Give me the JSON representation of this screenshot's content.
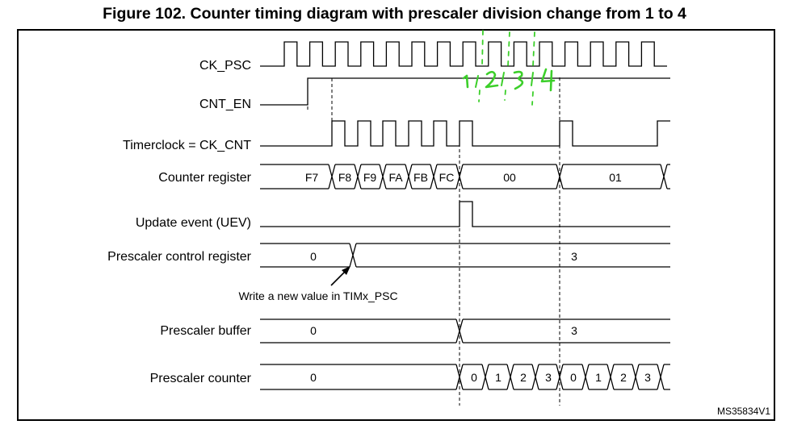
{
  "figure": {
    "title": "Figure 102. Counter timing diagram with prescaler division change from 1 to 4",
    "reference": "MS35834V1"
  },
  "signals": {
    "ck_psc": "CK_PSC",
    "cnt_en": "CNT_EN",
    "timerclock": "Timerclock = CK_CNT",
    "counter_register": "Counter register",
    "update_event": "Update event (UEV)",
    "prescaler_control": "Prescaler control register",
    "prescaler_buffer": "Prescaler buffer",
    "prescaler_counter": "Prescaler counter"
  },
  "counter_register_values": [
    "F7",
    "F8",
    "F9",
    "FA",
    "FB",
    "FC",
    "00",
    "01"
  ],
  "prescaler_control_values": [
    "0",
    "3"
  ],
  "prescaler_buffer_values": [
    "0",
    "3"
  ],
  "prescaler_counter_values": [
    "0",
    "0",
    "1",
    "2",
    "3",
    "0",
    "1",
    "2",
    "3"
  ],
  "annotation": {
    "write_note": "Write a new value in TIMx_PSC"
  },
  "handwritten": {
    "text": "1 2 3 4",
    "color": "#3ccf2a"
  },
  "colors": {
    "waveform": "#000000",
    "dashed": "#000000",
    "background": "#ffffff"
  }
}
